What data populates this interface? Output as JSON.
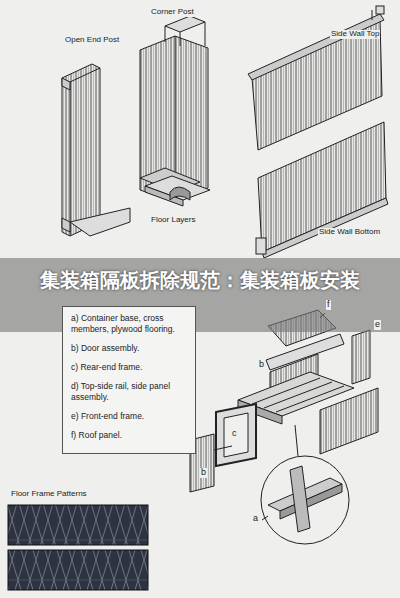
{
  "diagram": {
    "title": "集装箱隔板拆除规范：集装箱板安装",
    "nodes": [
      {
        "text": [
          "a) Container base, cross members, plywood flooring.",
          "b) Door assembly.",
          "c) Rear-end frame.",
          "d) Top-side rail, side panel assembly.",
          "e) Front-end frame.",
          "f) Roof panel."
        ]
      }
    ],
    "labels": [
      "Open End Post",
      "Corner Post",
      "Floor Layers",
      "Side Wall Top",
      "Side Wall Bottom",
      "f",
      "e",
      "b",
      "c",
      "b",
      "a",
      "Floor Frame Patterns"
    ]
  }
}
